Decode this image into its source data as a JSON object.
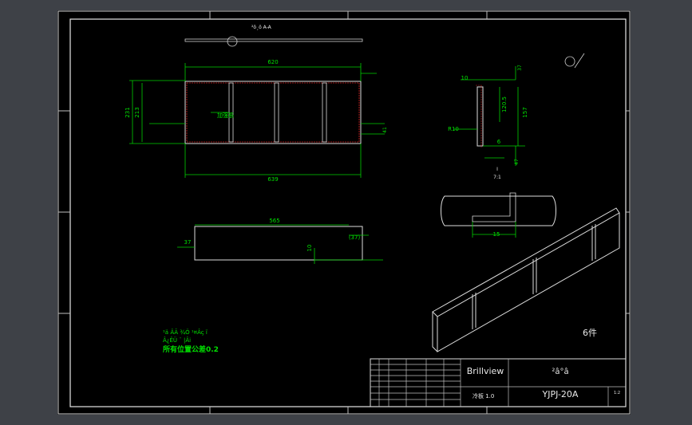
{
  "drawing": {
    "top_view": {
      "dims": {
        "width_top": "620",
        "width_bottom": "639",
        "height_outer": "231",
        "height_inner": "213",
        "height_side": "41"
      },
      "label": "加强筋"
    },
    "section_header": "²ô¸ö  A-A",
    "side_view": {
      "dims": {
        "length": "565",
        "left": "37",
        "right": "(37)",
        "thick": "10"
      }
    },
    "profile_view": {
      "dims": {
        "top": "10",
        "top_right": "37",
        "inner": "120.5",
        "height": "157",
        "bottom": "6",
        "bottom_right": "47",
        "radius": "R10"
      },
      "scale_label": "I",
      "scale_value": "7:1"
    },
    "detail_view": {
      "dims": {
        "width": "15"
      }
    },
    "notes": {
      "line1": "¹ä ÂÃ ¾Ö ¹¤Âç ï",
      "line2": "Â¿ÊÜ ¨ |Âi",
      "line3": "所有位置公差0.2"
    },
    "part_label": "6件"
  },
  "title_block": {
    "company": "Brillview",
    "part_name": "²â°â",
    "material": "冷板 1.0",
    "drawing_no": "YJPJ-20A",
    "scale_cell": "1:2"
  }
}
